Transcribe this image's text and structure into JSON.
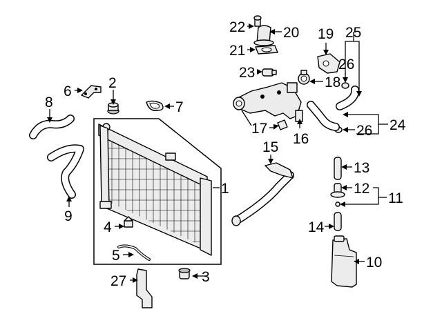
{
  "callouts": [
    {
      "id": "1",
      "text": "1"
    },
    {
      "id": "2",
      "text": "2"
    },
    {
      "id": "3",
      "text": "3"
    },
    {
      "id": "4",
      "text": "4"
    },
    {
      "id": "5",
      "text": "5"
    },
    {
      "id": "6",
      "text": "6"
    },
    {
      "id": "7",
      "text": "7"
    },
    {
      "id": "8",
      "text": "8"
    },
    {
      "id": "9",
      "text": "9"
    },
    {
      "id": "10",
      "text": "10"
    },
    {
      "id": "11",
      "text": "11"
    },
    {
      "id": "12",
      "text": "12"
    },
    {
      "id": "13",
      "text": "13"
    },
    {
      "id": "14",
      "text": "14"
    },
    {
      "id": "15",
      "text": "15"
    },
    {
      "id": "16",
      "text": "16"
    },
    {
      "id": "17",
      "text": "17"
    },
    {
      "id": "18",
      "text": "18"
    },
    {
      "id": "19",
      "text": "19"
    },
    {
      "id": "20",
      "text": "20"
    },
    {
      "id": "21",
      "text": "21"
    },
    {
      "id": "22",
      "text": "22"
    },
    {
      "id": "23",
      "text": "23"
    },
    {
      "id": "24",
      "text": "24"
    },
    {
      "id": "25",
      "text": "25"
    },
    {
      "id": "26a",
      "text": "26"
    },
    {
      "id": "26b",
      "text": "26"
    },
    {
      "id": "27",
      "text": "27"
    }
  ]
}
